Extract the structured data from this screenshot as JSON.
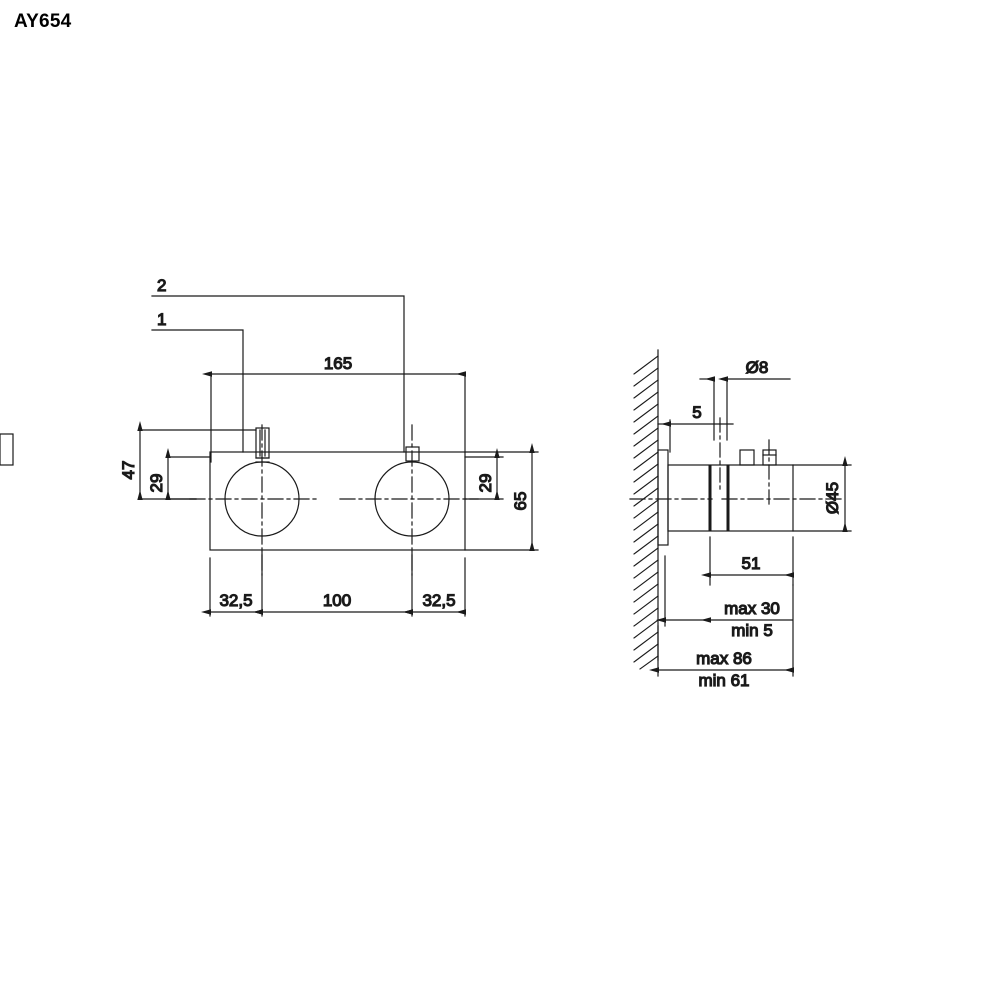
{
  "page": {
    "title": "AY654",
    "background_color": "#ffffff",
    "line_color": "#1a1a1a"
  },
  "drawing": {
    "type": "technical-dimension-drawing",
    "views": [
      {
        "name": "front-view",
        "labels": {
          "callout_1": "1",
          "callout_2": "2"
        },
        "dimensions": {
          "overall_spacing": "165",
          "left_offset": "32,5",
          "center_spacing": "100",
          "right_offset": "32,5",
          "plate_height": "65",
          "hole_center_height": "29",
          "stud_height": "47",
          "hole_center_height_right": "29"
        }
      },
      {
        "name": "side-section-view",
        "dimensions": {
          "stud_diameter": "Ø8",
          "wall_offset": "5",
          "body_diameter": "Ø45",
          "body_length": "51",
          "wall_depth_max": "max 30",
          "wall_depth_min": "min 5",
          "total_max": "max 86",
          "total_min": "min 61"
        }
      }
    ]
  }
}
